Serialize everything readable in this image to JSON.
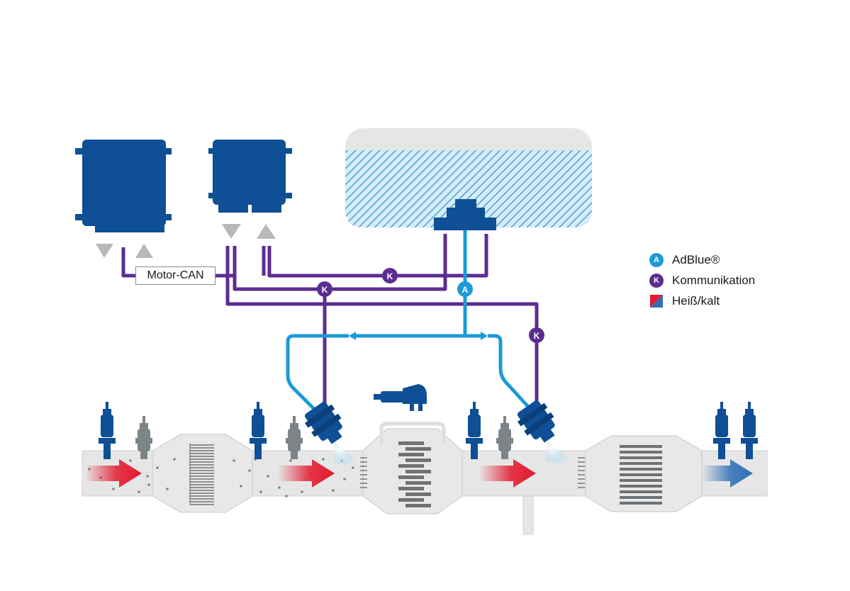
{
  "colors": {
    "adblue": "#1c9ad6",
    "communication": "#5c2d91",
    "module": "#0e4f96",
    "hot": "#e3182d",
    "cold": "#2f6fb5",
    "pipe": "#e6e6e6",
    "sensor_grey": "#7c8488"
  },
  "bus": {
    "label": "Motor-CAN"
  },
  "badges": {
    "communication": "K",
    "adblue": "A"
  },
  "legend": [
    {
      "marker": "A",
      "label": "AdBlue®",
      "color": "#1c9ad6",
      "kind": "circle"
    },
    {
      "marker": "K",
      "label": "Kommunikation",
      "color": "#5c2d91",
      "kind": "circle"
    },
    {
      "marker": "",
      "label": "Heiß/kalt",
      "color_a": "#e3182d",
      "color_b": "#2f6fb5",
      "kind": "split-square"
    }
  ]
}
